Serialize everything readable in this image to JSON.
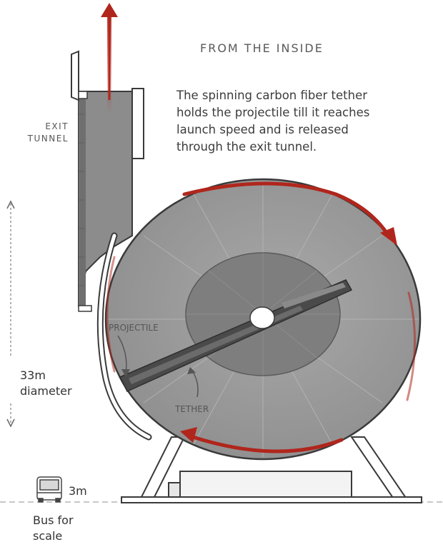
{
  "heading": "FROM THE INSIDE",
  "description": {
    "line1": "The spinning carbon fiber tether",
    "line2": "holds the projectile till it reaches",
    "line3": "launch speed and is released",
    "line4": "through the exit tunnel."
  },
  "labels": {
    "exit_tunnel_line1": "EXIT",
    "exit_tunnel_line2": "TUNNEL",
    "projectile": "PROJECTILE",
    "tether": "TETHER",
    "diameter_value": "33m",
    "diameter_word": "diameter",
    "bus_height": "3m",
    "bus_caption_line1": "Bus for",
    "bus_caption_line2": "scale"
  },
  "colors": {
    "motion_arrow": "#b0261c",
    "chamber_fill": "#9e9e9e",
    "hub_fill": "#7e7e7e",
    "tether_fill": "#4a4a4a",
    "outline": "#3a3a3a"
  }
}
